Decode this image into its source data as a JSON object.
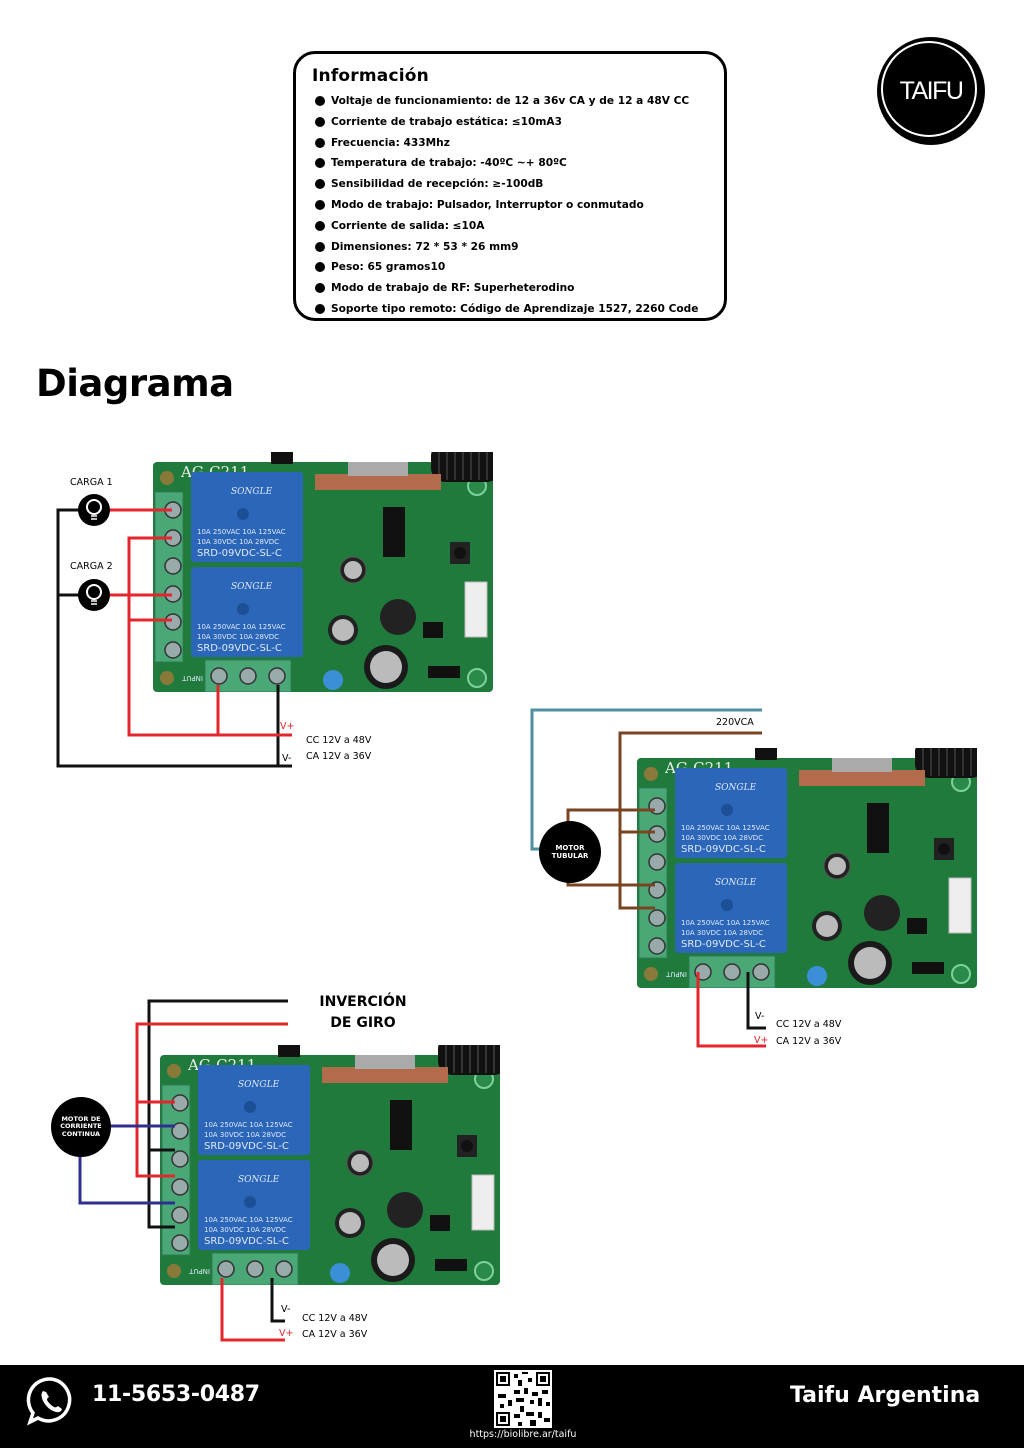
{
  "info": {
    "title": "Información",
    "items": [
      "Voltaje de funcionamiento: de 12 a 36v CA y de 12 a 48V CC",
      "Corriente de trabajo estática: ≤10mA3",
      "Frecuencia: 433Mhz",
      "Temperatura de trabajo: -40ºC ~+ 80ºC",
      "Sensibilidad de recepción: ≥-100dB",
      "Modo de trabajo: Pulsador, Interruptor o conmutado",
      "Corriente de salida: ≤10A",
      "Dimensiones: 72 * 53 * 26 mm9",
      "Peso: 65 gramos10",
      "Modo de trabajo de RF: Superheterodino",
      "Soporte tipo remoto: Código de Aprendizaje 1527, 2260 Code"
    ]
  },
  "logo": {
    "text": "TAIFU"
  },
  "diagram": {
    "heading": "Diagrama",
    "board": {
      "model": "AG-C211",
      "relay_brand": "SONGLE",
      "relay_rating_1": "10A 250VAC  10A 125VAC",
      "relay_rating_2": "10A  30VDC  10A  28VDC",
      "relay_model": "SRD-09VDC-SL-C",
      "input_label": "INPUT"
    },
    "diagram1": {
      "load1": "CARGA 1",
      "load2": "CARGA 2",
      "vplus": "V+",
      "vminus": "V-",
      "dc_range": "CC 12V a 48V",
      "ac_range": "CA 12V a 36V"
    },
    "diagram2": {
      "supply": "220VCA",
      "motor_line1": "MOTOR",
      "motor_line2": "TUBULAR",
      "vplus": "V+",
      "vminus": "V-",
      "dc_range": "CC 12V a 48V",
      "ac_range": "CA 12V a 36V"
    },
    "diagram3": {
      "title_line1": "INVERCIÓN",
      "title_line2": "DE GIRO",
      "motor_line1": "MOTOR DE",
      "motor_line2": "CORRIENTE",
      "motor_line3": "CONTINUA",
      "vplus": "V+",
      "vminus": "V-",
      "dc_range": "CC 12V a 48V",
      "ac_range": "CA 12V a 36V"
    },
    "colors": {
      "positive": "#e3262d",
      "negative": "#111111",
      "ac_brown": "#7a4420",
      "ac_blue": "#4f8fa0",
      "dc_blue": "#2e2f8f",
      "pcb": "#1f7a3c",
      "relay": "#2b66b8",
      "terminal": "#4aa877"
    }
  },
  "footer": {
    "phone": "11-5653-0487",
    "qr_url": "https://biolibre.ar/taifu",
    "brand": "Taifu Argentina"
  }
}
